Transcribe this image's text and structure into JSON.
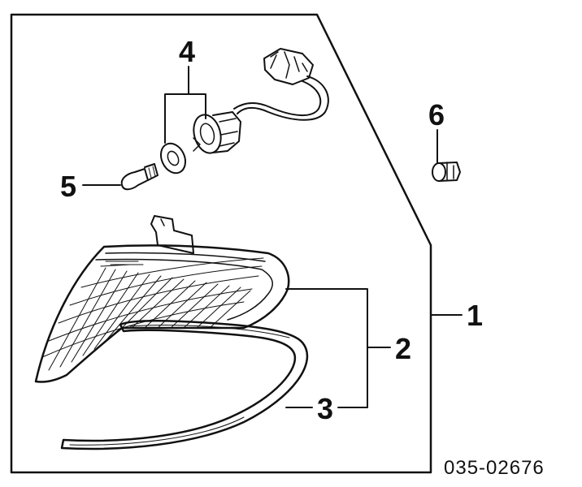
{
  "diagram": {
    "part_number": "035-02676",
    "callouts": {
      "c1": "1",
      "c2": "2",
      "c3": "3",
      "c4": "4",
      "c5": "5",
      "c6": "6"
    },
    "colors": {
      "ink": "#111111",
      "paper": "#ffffff"
    }
  }
}
